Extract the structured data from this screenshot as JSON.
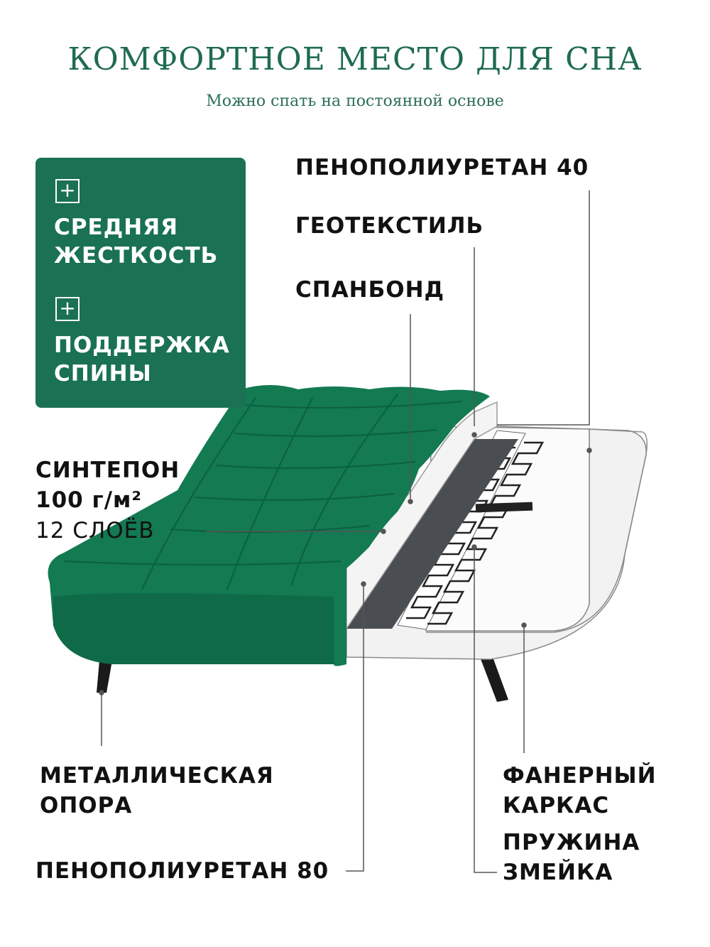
{
  "header": {
    "title": "КОМФОРТНОЕ МЕСТО ДЛЯ СНА",
    "subtitle": "Можно спать на постоянной основе"
  },
  "badges": [
    {
      "icon": "plus-icon",
      "line1": "СРЕДНЯЯ",
      "line2": "ЖЕСТКОСТЬ"
    },
    {
      "icon": "plus-icon",
      "line1": "ПОДДЕРЖКА",
      "line2": "СПИНЫ"
    }
  ],
  "labels": {
    "ppu40": "ПЕНОПОЛИУРЕТАН 40",
    "geotextile": "ГЕОТЕКСТИЛЬ",
    "spanbond": "СПАНБОНД",
    "sintepon_line1": "СИНТЕПОН",
    "sintepon_line2": "100 г/м²",
    "sintepon_line3": "12 СЛОЁВ",
    "metal_line1": "МЕТАЛЛИЧЕСКАЯ",
    "metal_line2": "ОПОРА",
    "ppu80": "ПЕНОПОЛИУРЕТАН 80",
    "frame_line1": "ФАНЕРНЫЙ",
    "frame_line2": "КАРКАС",
    "spring_line1": "ПРУЖИНА",
    "spring_line2": "ЗМЕЙКА"
  },
  "colors": {
    "brand_green": "#1a7154",
    "title_green": "#1f6b52",
    "sofa_green": "#137a52",
    "text": "#111111"
  }
}
